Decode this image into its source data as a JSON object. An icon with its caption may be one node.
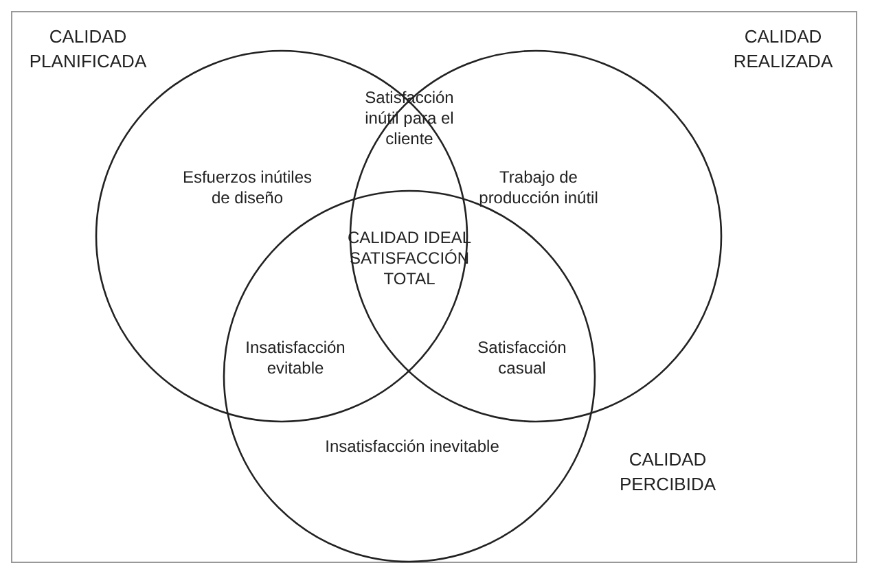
{
  "diagram": {
    "nodes": [
      {
        "text": [
          "CALIDAD PLANIFICADA"
        ]
      },
      {
        "text": [
          "CALIDAD REALIZADA"
        ]
      },
      {
        "text": [
          "CALIDAD PERCIBIDA"
        ]
      }
    ],
    "labels": [
      "Satisfacción inútil para el cliente",
      "Esfuerzos inútiles de diseño",
      "Trabajo de producción inútil",
      "CALIDAD IDEAL SATISFACCIÓN TOTAL",
      "Insatisfacción evitable",
      "Satisfacción casual",
      "Insatisfacción inevitable"
    ]
  }
}
